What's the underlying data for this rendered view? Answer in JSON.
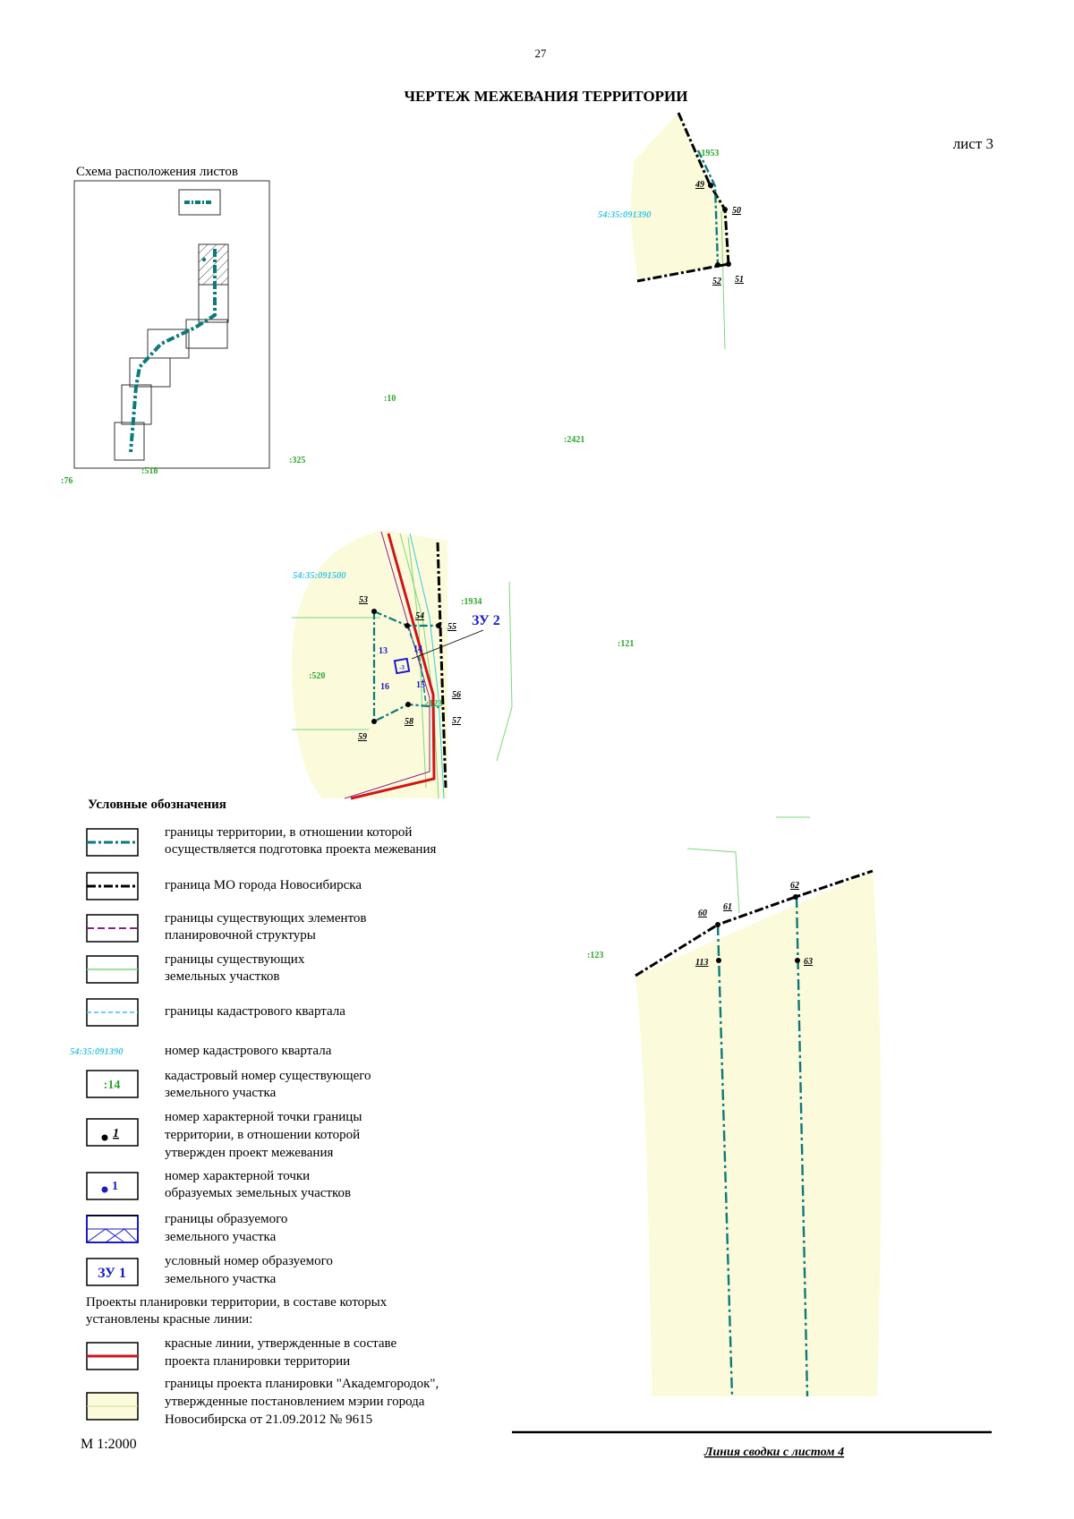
{
  "page_number": "27",
  "title": "ЧЕРТЕЖ МЕЖЕВАНИЯ ТЕРРИТОРИИ",
  "sheet_label": "лист 3",
  "scheme_title": "Схема расположения листов",
  "scale": "М 1:2000",
  "summary_line": "Линия сводки с листом 4",
  "colors": {
    "boundary_teal": "#0b7a7a",
    "mo_black": "#000000",
    "red_line": "#d0141a",
    "plan_fill": "#fbfbdc",
    "parcel_green": "#7ed67e",
    "cadastral_cyan": "#35c6e6",
    "zu_blue": "#1a1ac8",
    "purple": "#8a1f8a"
  },
  "map": {
    "cadastral_quarters": [
      "54:35:091390",
      "54:35:091500"
    ],
    "parcel_labels": [
      ":1953",
      ":10",
      ":2421",
      ":325",
      ":518",
      ":76",
      ":1934",
      ":121",
      ":520",
      ":123",
      ":123"
    ],
    "points_top": [
      "49",
      "50",
      "51",
      "52"
    ],
    "points_middle": [
      "53",
      "54",
      "55",
      "56",
      "57",
      "58",
      "59"
    ],
    "zu_points": [
      "13",
      "14",
      "15",
      "16"
    ],
    "zu_point_small": "-3",
    "zu_label": "ЗУ 2",
    "points_bottom": [
      "60",
      "61",
      "62",
      "113",
      "63"
    ]
  },
  "legend": {
    "title": "Условные обозначения",
    "items": [
      {
        "symbol": "teal-dashdot",
        "text": [
          "границы территории, в отношении которой",
          "осуществляется подготовка проекта межевания"
        ]
      },
      {
        "symbol": "black-dashdot",
        "text": [
          "граница МО города Новосибирска"
        ]
      },
      {
        "symbol": "purple-dash",
        "text": [
          "границы существующих элементов",
          "планировочной структуры"
        ]
      },
      {
        "symbol": "green-line",
        "text": [
          "границы существующих",
          "земельных участков"
        ]
      },
      {
        "symbol": "cyan-dash",
        "text": [
          "границы кадастрового квартала"
        ]
      },
      {
        "symbol": "cadastral-number",
        "sample": "54:35:091390",
        "text": [
          "номер кадастрового квартала"
        ]
      },
      {
        "symbol": "parcel-number",
        "sample": ":14",
        "text": [
          "кадастровый номер существующего",
          "земельного участка"
        ]
      },
      {
        "symbol": "boundary-point",
        "sample": "1",
        "text": [
          "номер характерной точки границы",
          "территории, в отношении которой",
          "утвержден проект межевания"
        ]
      },
      {
        "symbol": "zu-point",
        "sample": "1",
        "text": [
          "номер характерной точки",
          "образуемых земельных участков"
        ]
      },
      {
        "symbol": "zu-hatch",
        "text": [
          "границы образуемого",
          "земельного участка"
        ]
      },
      {
        "symbol": "zu-number",
        "sample": "ЗУ 1",
        "text": [
          "условный номер образуемого",
          "земельного участка"
        ]
      }
    ],
    "subheading": [
      "Проекты планировки территории, в составе которых",
      "установлены красные линии:"
    ],
    "plan_items": [
      {
        "symbol": "red-line",
        "text": [
          "красные линии, утвержденные в составе",
          "проекта планировки территории"
        ]
      },
      {
        "symbol": "plan-fill",
        "text": [
          "границы проекта планировки \"Академгородок\",",
          "утвержденные постановлением мэрии города",
          "Новосибирска от 21.09.2012 № 9615"
        ]
      }
    ]
  }
}
